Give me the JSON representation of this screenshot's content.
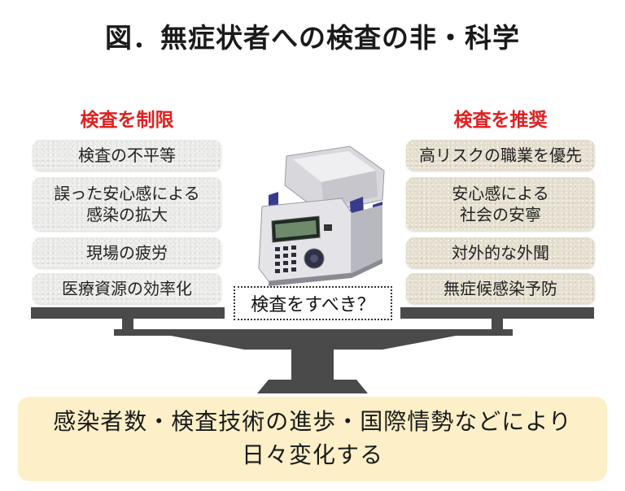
{
  "title": "図．無症状者への検査の非・科学",
  "left_column": {
    "heading": "検査を制限",
    "items": [
      "検査の不平等",
      "誤った安心感による\n感染の拡大",
      "現場の疲労",
      "医療資源の効率化"
    ]
  },
  "right_column": {
    "heading": "検査を推奨",
    "items": [
      "高リスクの職業を優先",
      "安心感による\n社会の安寧",
      "対外的な外聞",
      "無症候感染予防"
    ]
  },
  "center_question": "検査をすべき？",
  "bottom_banner": {
    "line1": "感染者数・検査技術の進歩・国際情勢などにより",
    "line2": "日々変化する"
  },
  "colors": {
    "heading_red": "#e02020",
    "scale_gray": "#4a4a4a",
    "banner_bg": "#fdf0c8",
    "machine_purple": "#3a3a8c"
  },
  "icons": [
    "balance-scale-icon",
    "pcr-machine-icon"
  ]
}
